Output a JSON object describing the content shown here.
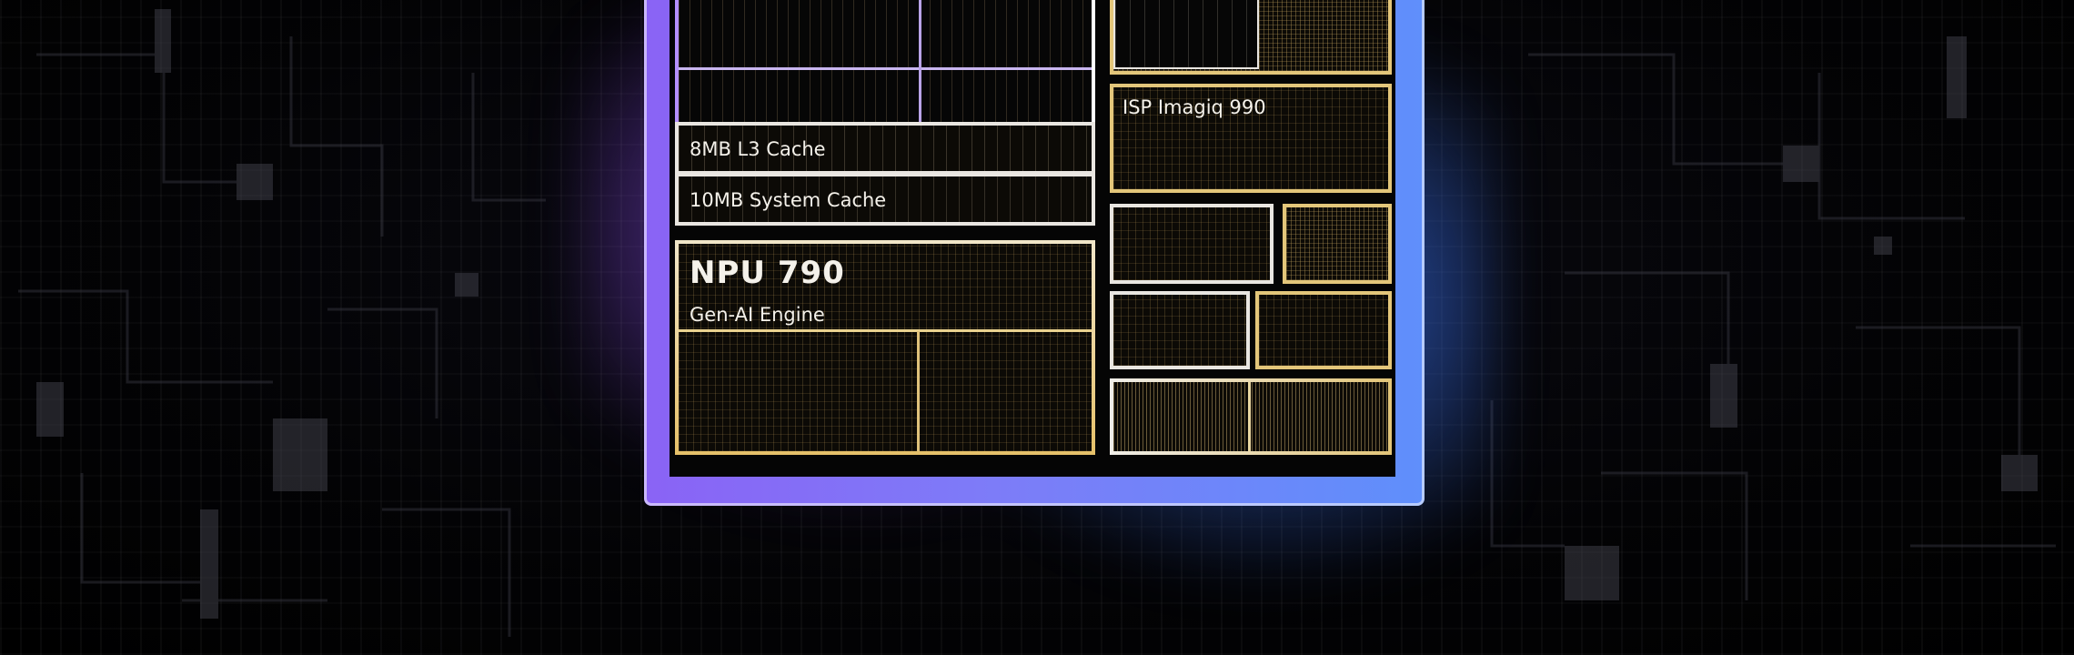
{
  "labels": {
    "l3_cache": "8MB L3 Cache",
    "system_cache": "10MB System Cache",
    "npu_title": "NPU 790",
    "npu_subtitle": "Gen-AI Engine",
    "isp": "ISP Imagiq 990"
  },
  "colors": {
    "frame_purple": "#8a63f5",
    "frame_blue": "#5f8ffb",
    "block_gold": "#e3c67a",
    "block_white": "#e9e6e1",
    "background": "#020204"
  }
}
